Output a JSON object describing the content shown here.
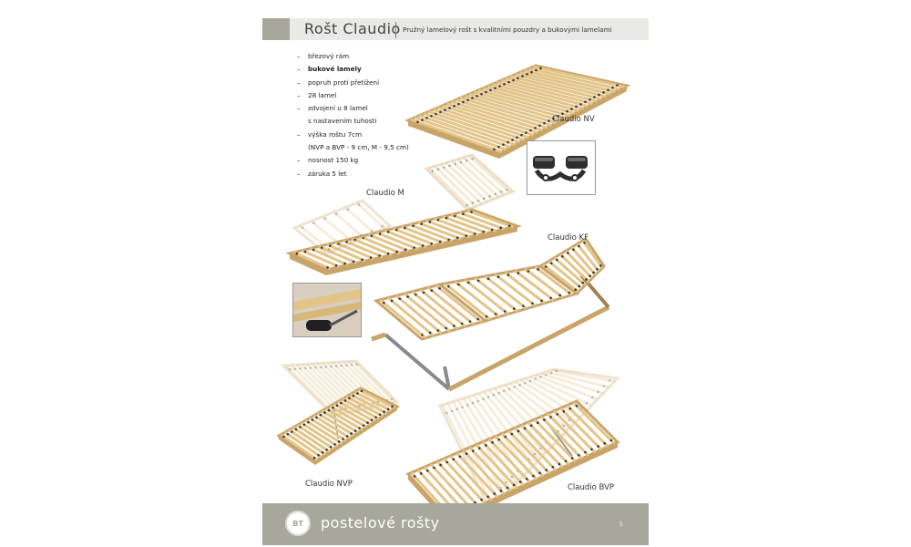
{
  "header": {
    "title": "Rošt Claudio",
    "subtitle": "Pružný lamelový rošt s kvalitními pouzdry a bukovými lamelami"
  },
  "features": [
    {
      "text": "březový rám",
      "bold": false
    },
    {
      "text": "bukové lamely",
      "bold": true
    },
    {
      "text": "popruh proti přetížení",
      "bold": false
    },
    {
      "text": "28 lamel",
      "bold": false
    },
    {
      "text": "zdvojení u 8 lamel",
      "bold": false
    },
    {
      "text": "s nastavením tuhosti",
      "bold": false,
      "continuation": true
    },
    {
      "text": "výška roštu 7cm",
      "bold": false
    },
    {
      "text": "(NVP a BVP - 9 cm, M - 9,5 cm)",
      "bold": false,
      "continuation": true
    },
    {
      "text": "nosnost 150 kg",
      "bold": false
    },
    {
      "text": "záruka 5 let",
      "bold": false
    }
  ],
  "feature_bullet": "–",
  "products": {
    "nv": "Claudio NV",
    "m": "Claudio M",
    "kf": "Claudio KF",
    "nvp": "Claudio NVP",
    "bvp": "Claudio BVP"
  },
  "footer": {
    "logo_text": "BT",
    "title": "postelové rošty",
    "page_number": "5"
  },
  "colors": {
    "brand_gray": "#a7a79b",
    "header_light": "#e9e9e6",
    "wood": "#e3c489",
    "wood_dark": "#c9a468",
    "rubber": "#3a3a3a"
  }
}
